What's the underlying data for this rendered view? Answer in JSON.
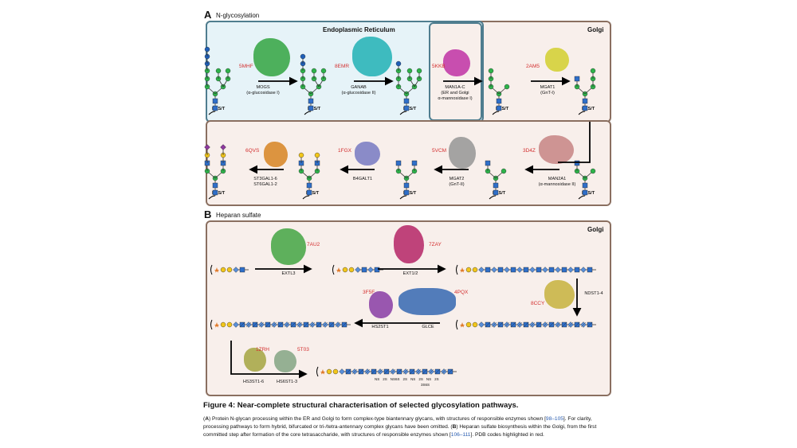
{
  "panel_a": {
    "letter": "A",
    "title": "N-glycosylation",
    "er_label": "Endoplasmic Reticulum",
    "golgi_label": "Golgi"
  },
  "panel_b": {
    "letter": "B",
    "title": "Heparan sulfate",
    "golgi_label": "Golgi"
  },
  "a_steps": [
    {
      "pdb": "5MHF",
      "enzyme": "MOGS",
      "sub": "(α-glucosidase I)"
    },
    {
      "pdb": "8EMR",
      "enzyme": "GANAB",
      "sub": "(α-glucosidase II)"
    },
    {
      "pdb": "5KKB",
      "enzyme": "MAN1A-C",
      "sub": "(ER and Golgi",
      "sub2": "α-mannosidase I)"
    },
    {
      "pdb": "2AM5",
      "enzyme": "MGAT1",
      "sub": "(GnT-I)"
    },
    {
      "pdb": "3D4Z",
      "enzyme": "MAN2A1",
      "sub": "(α-mannosidase II)"
    },
    {
      "pdb": "5VCM",
      "enzyme": "MGAT2",
      "sub": "(GnT-II)"
    },
    {
      "pdb": "1FGX",
      "enzyme": "B4GALT1",
      "sub": ""
    },
    {
      "pdb": "6QVS",
      "enzyme": "ST3GAL1-6",
      "sub": "ST6GAL1-2"
    }
  ],
  "nxst": "NXS/T",
  "b_steps": [
    {
      "pdb": "7AU2",
      "enzyme": "EXTL3"
    },
    {
      "pdb": "7ZAY",
      "enzyme": "EXT1/2"
    },
    {
      "pdb": "8CCY",
      "enzyme": "NDST1-4"
    },
    {
      "pdb": "3F5F",
      "enzyme": "HS2ST1"
    },
    {
      "pdb": "4PQX",
      "enzyme": "GLCE"
    },
    {
      "pdb": "1ZRH",
      "enzyme": "HS3ST1-6"
    },
    {
      "pdb": "5T03",
      "enzyme": "HS6ST1-3"
    }
  ],
  "hs_labels": [
    "NS",
    "2S",
    "NS6S",
    "2S",
    "NS",
    "2S",
    "NS",
    "2S",
    "3S6S"
  ],
  "caption": {
    "title": "Figure 4: Near-complete structural characterisation of selected glycosylation pathways.",
    "a_letter": "A",
    "a_text": ") Protein N-glycan processing within the ER and Golgi to form complex-type biantennary glycans, with structures of responsible enzymes shown [",
    "a_refs": "98–105",
    "a_text2": "]. For clarity, processing pathways to form hybrid, bifurcated or tri-/tetra-antennary complex glycans have been omitted. (",
    "b_letter": "B",
    "b_text": ") Heparan sulfate biosynthesis within the Golgi, from the first committed step after formation of the core tetrasaccharide, with structures of responsible enzymes shown [",
    "b_refs": "106–111",
    "b_text2": "]. PDB codes highlighted in red."
  },
  "colors": {
    "mannose": "#2db34a",
    "glcnac": "#2f6fc9",
    "glucose": "#1f5fb8",
    "galactose": "#f2c61a",
    "sialic": "#8e3a9e",
    "pdb": "#d32f2f",
    "golgi_border": "#8a6f60",
    "er_border": "#4f7d8f"
  },
  "protein_colors": [
    "#3ca84a",
    "#2bb5b8",
    "#c23ca8",
    "#d4d038",
    "#c98a8a",
    "#9a9a9a",
    "#7d7fc4",
    "#d88a2e",
    "#4ca84d",
    "#b8306e",
    "#c9b547",
    "#8e46a8",
    "#3f6fb5",
    "#a8a84a",
    "#8aa88a"
  ]
}
